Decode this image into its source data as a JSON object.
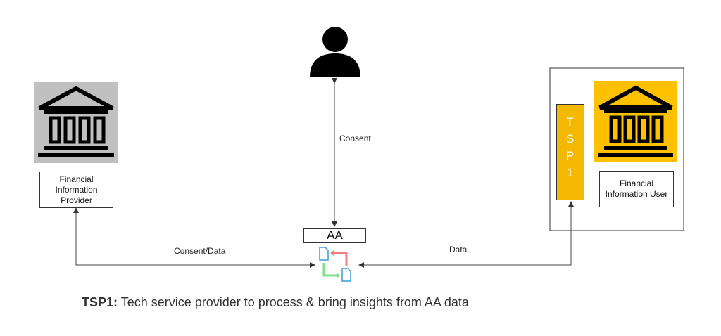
{
  "nodes": {
    "fip": {
      "label": "Financial Information Provider",
      "bg_color": "#c0c0c0"
    },
    "fiu": {
      "label": "Financial Information User",
      "bg_color": "#ffc000"
    },
    "tsp": {
      "label": "TSP1",
      "letters": [
        "T",
        "S",
        "P",
        "1"
      ],
      "bg_color": "#f5b800"
    },
    "aa": {
      "label": "AA"
    }
  },
  "edges": {
    "consent": "Consent",
    "consent_data": "Consent/Data",
    "data": "Data"
  },
  "caption": {
    "bold": "TSP1:",
    "text": " Tech service provider to process & bring insights from AA data"
  },
  "icons": [
    "user-icon",
    "bank-icon",
    "bank-icon",
    "aa-exchange-icon"
  ]
}
